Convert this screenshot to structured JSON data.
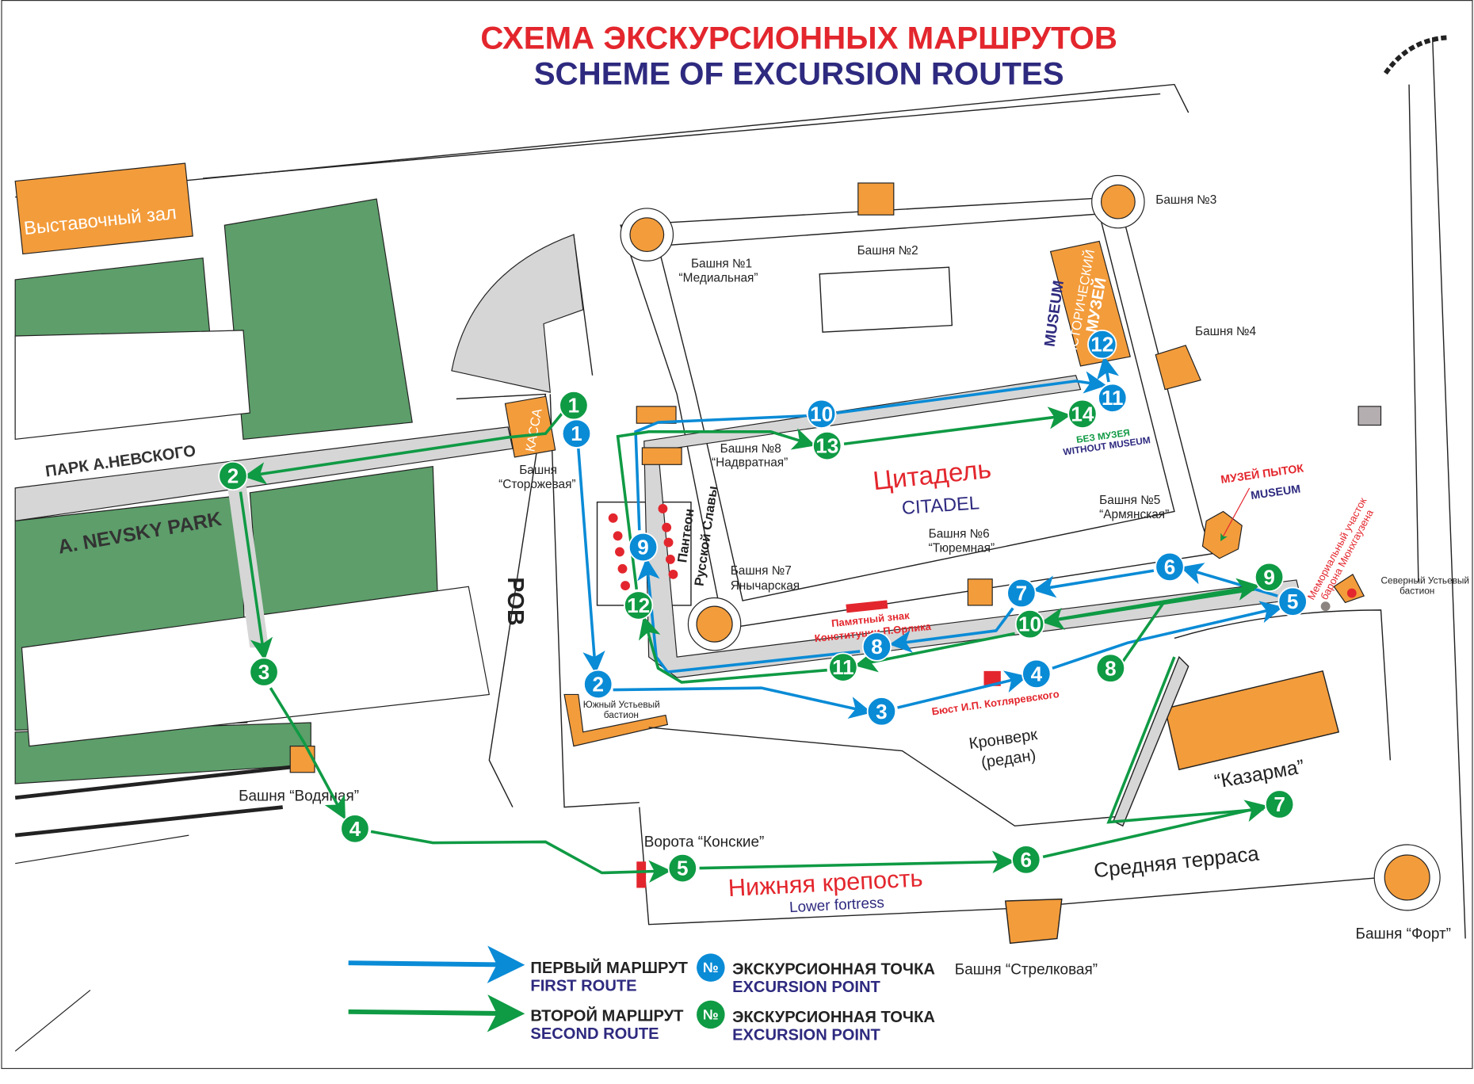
{
  "title": {
    "ru": "СХЕМА ЭКСКУРСИОННЫХ МАРШРУТОВ",
    "en": "SCHEME OF EXCURSION ROUTES"
  },
  "colors": {
    "red": "#e3262d",
    "navy": "#2e2a7f",
    "blue": "#0a8bd6",
    "green": "#0f9a44",
    "orange": "#f39c3b",
    "park": "#5d9e6a",
    "path": "#d6d6d6"
  },
  "places": {
    "exhibition_hall": "Выставочный зал",
    "park_ru": "ПАРК А.НЕВСКОГО",
    "park_en": "A. NEVSKY PARK",
    "kassa": "КАССА",
    "tower_guard_1": "Башня",
    "tower_guard_2": "“Сторожевая”",
    "rov": "РОВ",
    "tower_water": "Башня “Водяная”",
    "gate_horse": "Ворота “Конские”",
    "lower_fortress_ru": "Нижняя крепость",
    "lower_fortress_en": "Lower fortress",
    "middle_terrace": "Средняя терраса",
    "tower_strelk": "Башня “Стрелковая”",
    "tower_fort": "Башня “Форт”",
    "kazarma": "“Казарма”",
    "kronverk_1": "Кронверк",
    "kronverk_2": "(редан)",
    "south_bastion_1": "Южный Устьевый",
    "south_bastion_2": "бастион",
    "north_bastion_1": "Северный Устьевый",
    "north_bastion_2": "бастион",
    "citadel_ru": "Цитадель",
    "citadel_en": "CITADEL",
    "tower1_1": "Башня №1",
    "tower1_2": "“Медиальная”",
    "tower2": "Башня №2",
    "tower3": "Башня №3",
    "tower4": "Башня №4",
    "tower5_1": "Башня №5",
    "tower5_2": "“Армянская”",
    "tower6_1": "Башня №6",
    "tower6_2": "“Тюремная”",
    "tower7_1": "Башня №7",
    "tower7_2": "Янычарская",
    "tower8_1": "Башня №8",
    "tower8_2": "“Надвратная”",
    "museum_en": "MUSEUM",
    "museum_hist_1": "ИСТОРИЧЕСКИЙ",
    "museum_hist_2": "МУЗЕЙ",
    "without_museum_ru": "БЕЗ МУЗЕЯ",
    "without_museum_en": "WITHOUT MUSEUM",
    "torture_museum_ru": "МУЗЕЙ ПЫТОК",
    "torture_museum_en": "MUSEUM",
    "munchausen_1": "Мемориальный участок",
    "munchausen_2": "барона Мюнхгаузена",
    "pantheon_1": "Пантеон",
    "pantheon_2": "Русской Славы",
    "orlik_1": "Памятный знак",
    "orlik_2": "Конституции П.Орлика",
    "bust": "Бюст И.П. Котляревского"
  },
  "markers": {
    "blue": [
      "1",
      "2",
      "3",
      "4",
      "5",
      "6",
      "7",
      "8",
      "9",
      "10",
      "11",
      "12"
    ],
    "green": [
      "1",
      "2",
      "3",
      "4",
      "5",
      "6",
      "7",
      "8",
      "9",
      "10",
      "11",
      "12",
      "13",
      "14"
    ]
  },
  "legend": {
    "first_ru": "ПЕРВЫЙ МАРШРУТ",
    "first_en": "FIRST ROUTE",
    "second_ru": "ВТОРОЙ МАРШРУТ",
    "second_en": "SECOND ROUTE",
    "point_symbol": "№",
    "point_ru": "ЭКСКУРСИОННАЯ ТОЧКА",
    "point_en": "EXCURSION POINT"
  }
}
